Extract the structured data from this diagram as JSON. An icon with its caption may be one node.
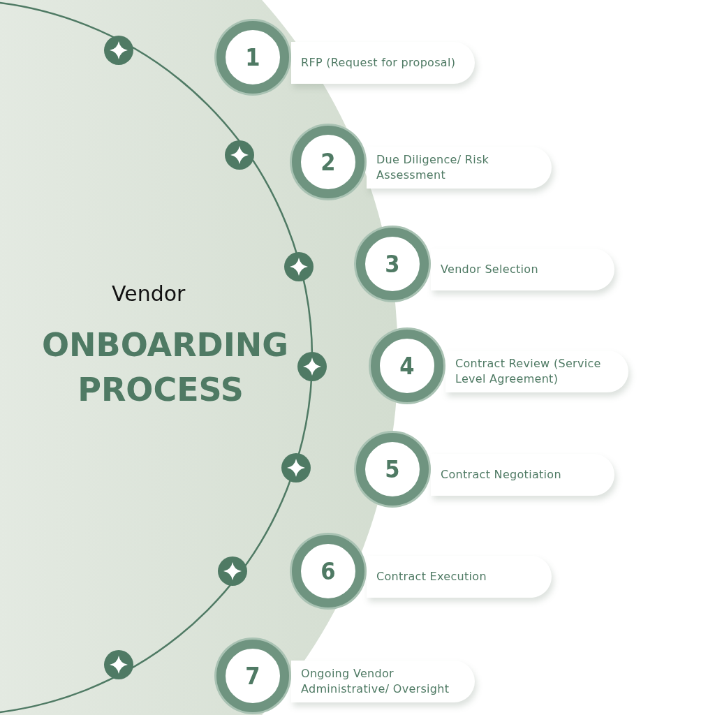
{
  "diagram": {
    "nodes": [
      {
        "text": [
          "1",
          "RFP (Request for proposal)"
        ]
      },
      {
        "text": [
          "2",
          "Due Diligence/ Risk Assessment"
        ]
      },
      {
        "text": [
          "3",
          "Vendor Selection"
        ]
      },
      {
        "text": [
          "4",
          "Contract Review (Service Level Agreement)"
        ]
      },
      {
        "text": [
          "5",
          "Contract Negotiation"
        ]
      },
      {
        "text": [
          "6",
          "Contract Execution"
        ]
      },
      {
        "text": [
          "7",
          "Ongoing Vendor Administrative/ Oversight"
        ]
      }
    ],
    "edges": [],
    "labels": [
      "Vendor",
      "ONBOARDING PROCESS"
    ]
  }
}
